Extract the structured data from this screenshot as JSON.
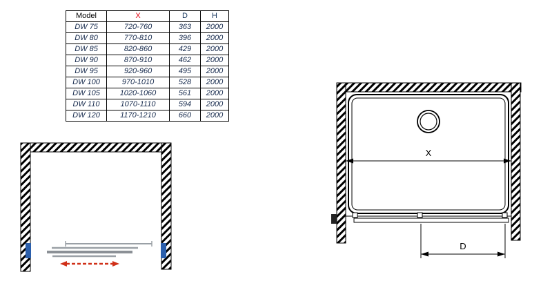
{
  "table": {
    "headers": [
      "Model",
      "X",
      "D",
      "H"
    ],
    "rows": [
      {
        "model": "DW 75",
        "x": "720-760",
        "d": "363",
        "h": "2000"
      },
      {
        "model": "DW 80",
        "x": "770-810",
        "d": "396",
        "h": "2000"
      },
      {
        "model": "DW 85",
        "x": "820-860",
        "d": "429",
        "h": "2000"
      },
      {
        "model": "DW 90",
        "x": "870-910",
        "d": "462",
        "h": "2000"
      },
      {
        "model": "DW 95",
        "x": "920-960",
        "d": "495",
        "h": "2000"
      },
      {
        "model": "DW 100",
        "x": "970-1010",
        "d": "528",
        "h": "2000"
      },
      {
        "model": "DW 105",
        "x": "1020-1060",
        "d": "561",
        "h": "2000"
      },
      {
        "model": "DW 110",
        "x": "1070-1110",
        "d": "594",
        "h": "2000"
      },
      {
        "model": "DW 120",
        "x": "1170-1210",
        "d": "660",
        "h": "2000"
      }
    ]
  },
  "plan_view": {
    "width_label": "X",
    "door_width_label": "D"
  },
  "colors": {
    "table_header_x": "#e30613",
    "table_header_d_h": "#17365d",
    "table_body_text": "#14284b",
    "wall_hatch": "#000000",
    "glass_panel_gray": "#9aa0a6",
    "wall_profile_blue": "#2b5fac",
    "slide_arrow_red": "#d03018"
  }
}
